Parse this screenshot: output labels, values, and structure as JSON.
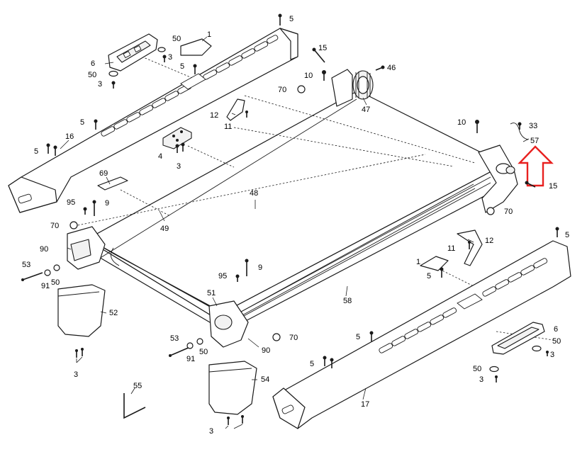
{
  "diagram": {
    "callouts": {
      "c1a": "1",
      "c1b": "1",
      "c3a": "3",
      "c3b": "3",
      "c3c": "3",
      "c3d": "3",
      "c3e": "3",
      "c3f": "3",
      "c4": "4",
      "c5a": "5",
      "c5b": "5",
      "c5c": "5",
      "c5d": "5",
      "c5e": "5",
      "c5f": "5",
      "c5g": "5",
      "c6a": "6",
      "c6b": "6",
      "c9a": "9",
      "c9b": "9",
      "c10a": "10",
      "c10b": "10",
      "c11a": "11",
      "c11b": "11",
      "c12a": "12",
      "c12b": "12",
      "c15a": "15",
      "c15b": "15",
      "c16": "16",
      "c17": "17",
      "c33": "33",
      "c46": "46",
      "c47": "47",
      "c48": "48",
      "c49": "49",
      "c50a": "50",
      "c50b": "50",
      "c50c": "50",
      "c50d": "50",
      "c50e": "50",
      "c50f": "50",
      "c51": "51",
      "c52": "52",
      "c53a": "53",
      "c53b": "53",
      "c54": "54",
      "c55": "55",
      "c57": "57",
      "c58": "58",
      "c69": "69",
      "c70a": "70",
      "c70b": "70",
      "c70c": "70",
      "c70d": "70",
      "c90a": "90",
      "c90b": "90",
      "c91a": "91",
      "c91b": "91",
      "c95a": "95",
      "c95b": "95"
    },
    "colors": {
      "line": "#1a1a1a",
      "arrow": "#e8201f",
      "background": "#ffffff"
    }
  }
}
